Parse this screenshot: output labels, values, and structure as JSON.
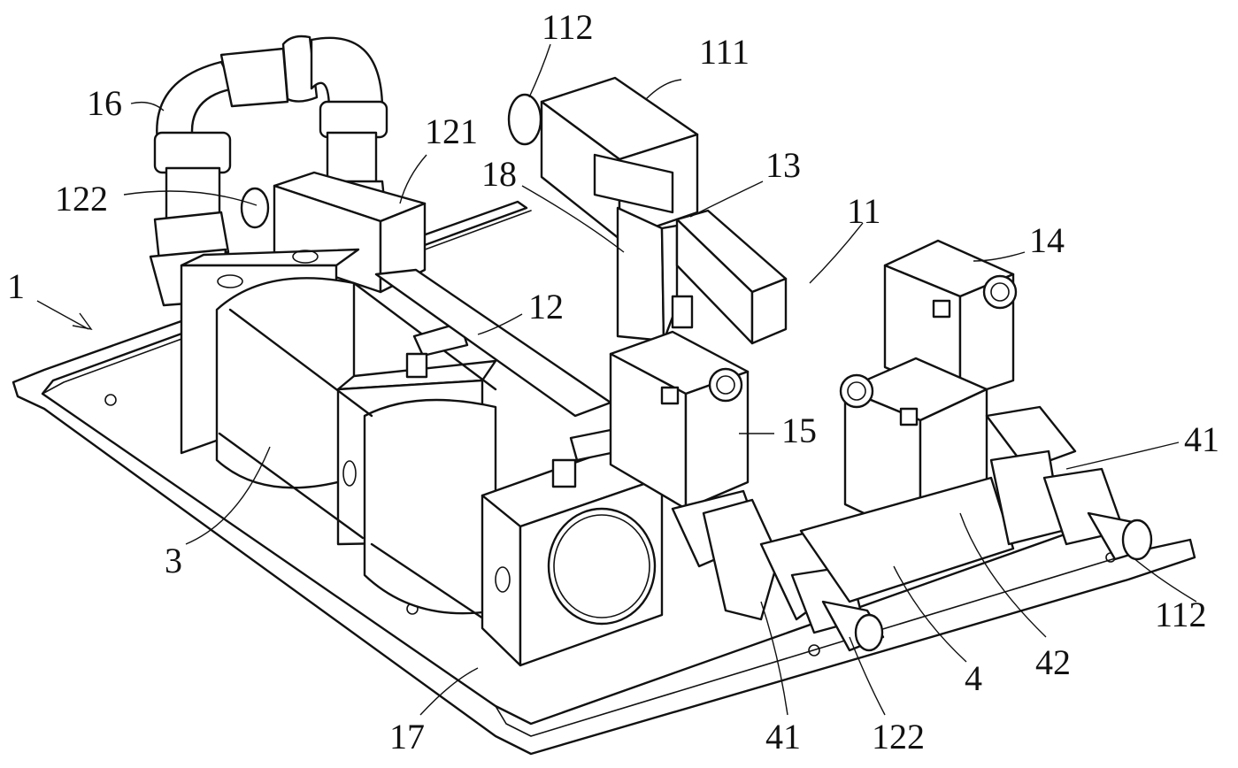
{
  "figure": {
    "labels": [
      {
        "id": "label-1",
        "text": "1"
      },
      {
        "id": "label-16",
        "text": "16"
      },
      {
        "id": "label-112-top",
        "text": "112"
      },
      {
        "id": "label-111",
        "text": "111"
      },
      {
        "id": "label-121",
        "text": "121"
      },
      {
        "id": "label-122-left",
        "text": "122"
      },
      {
        "id": "label-18",
        "text": "18"
      },
      {
        "id": "label-13",
        "text": "13"
      },
      {
        "id": "label-11",
        "text": "11"
      },
      {
        "id": "label-14",
        "text": "14"
      },
      {
        "id": "label-12",
        "text": "12"
      },
      {
        "id": "label-15",
        "text": "15"
      },
      {
        "id": "label-41-right",
        "text": "41"
      },
      {
        "id": "label-3",
        "text": "3"
      },
      {
        "id": "label-112-right",
        "text": "112"
      },
      {
        "id": "label-42",
        "text": "42"
      },
      {
        "id": "label-4",
        "text": "4"
      },
      {
        "id": "label-17",
        "text": "17"
      },
      {
        "id": "label-41-bottom",
        "text": "41"
      },
      {
        "id": "label-122-bottom",
        "text": "122"
      }
    ]
  }
}
